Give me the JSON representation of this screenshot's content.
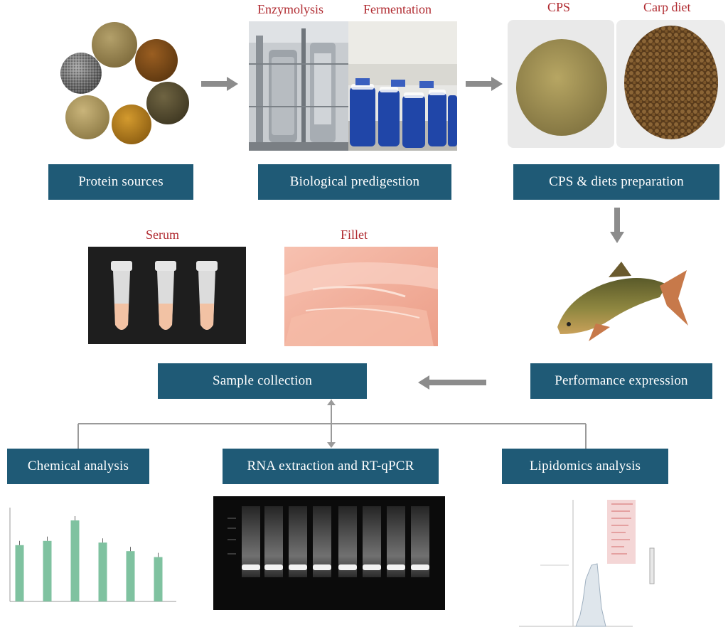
{
  "boxes": {
    "protein_sources": "Protein sources",
    "biological_predigestion": "Biological predigestion",
    "cps_diets_preparation": "CPS & diets preparation",
    "performance_expression": "Performance expression",
    "sample_collection": "Sample collection",
    "chemical_analysis": "Chemical analysis",
    "rna_extraction": "RNA extraction and RT-qPCR",
    "lipidomics_analysis": "Lipidomics analysis"
  },
  "labels": {
    "enzymolysis": "Enzymolysis",
    "fermentation": "Fermentation",
    "cps": "CPS",
    "carp_diet": "Carp diet",
    "serum": "Serum",
    "fillet": "Fillet"
  },
  "colors": {
    "box_fill": "#1f5a76",
    "label_red": "#b02a30",
    "arrow_gray": "#8c8c8c",
    "bar_green": "#7fc2a0"
  },
  "icons": {
    "arrow": "right-arrow-icon",
    "down": "down-arrow-icon",
    "left": "left-arrow-icon"
  },
  "mini_chart": {
    "type": "bar",
    "values": [
      0.66,
      0.71,
      0.95,
      0.69,
      0.59,
      0.52
    ],
    "ymax": 1.1
  }
}
